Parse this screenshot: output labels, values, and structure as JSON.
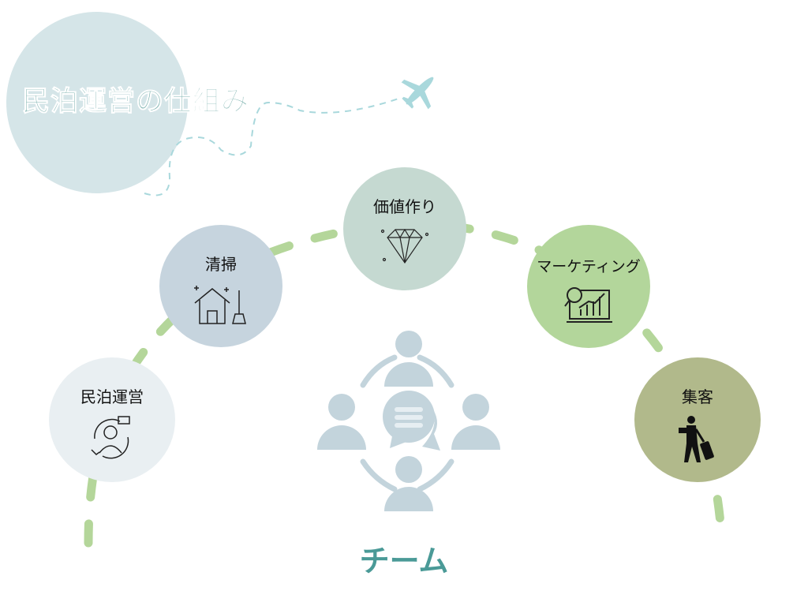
{
  "title": "民泊運営の仕組み",
  "nodes": [
    {
      "label": "民泊運営",
      "icon": "phone-operator-icon",
      "color": "#e9eff2"
    },
    {
      "label": "清掃",
      "icon": "house-broom-icon",
      "color": "#c6d4de"
    },
    {
      "label": "価値作り",
      "icon": "diamond-icon",
      "color": "#c5d9d1"
    },
    {
      "label": "マーケティング",
      "icon": "analytics-chart-icon",
      "color": "#b3d69b"
    },
    {
      "label": "集客",
      "icon": "traveler-luggage-icon",
      "color": "#b1b98b"
    }
  ],
  "center": {
    "label": "チーム",
    "icon": "team-chat-icon"
  },
  "colors": {
    "arc": "#b4d69a",
    "title": "#7fb3b0",
    "team": "#c3d4dc"
  }
}
